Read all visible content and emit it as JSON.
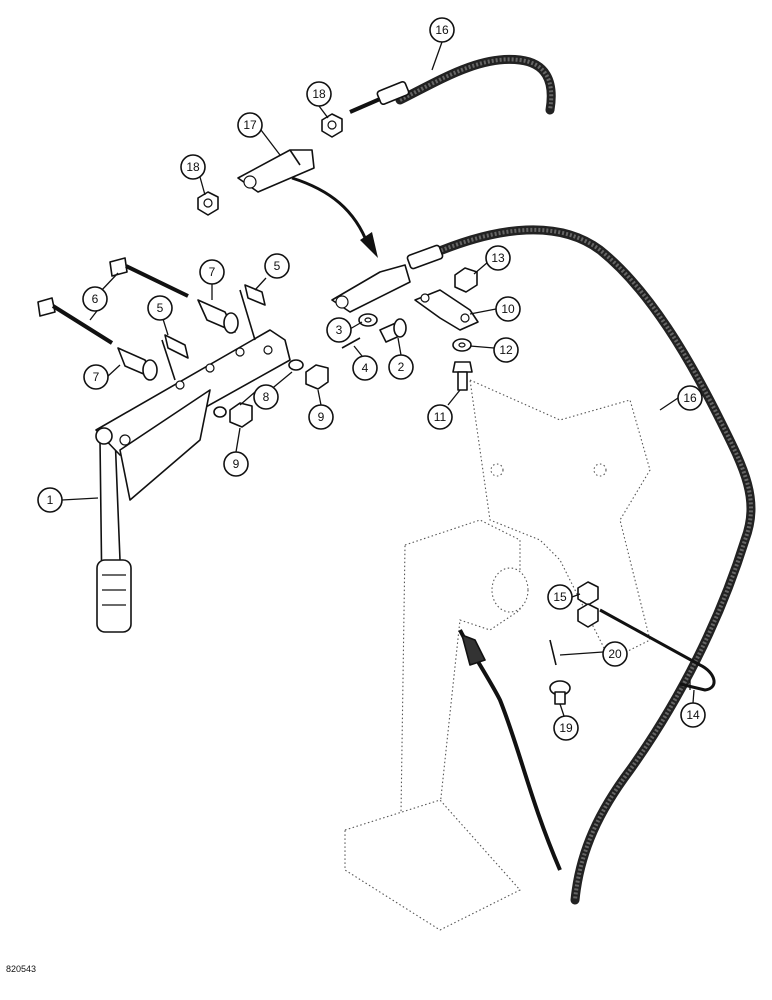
{
  "figure_id": "820543",
  "callouts": [
    {
      "id": "c1",
      "label": "1"
    },
    {
      "id": "c2",
      "label": "2"
    },
    {
      "id": "c3",
      "label": "3"
    },
    {
      "id": "c4",
      "label": "4"
    },
    {
      "id": "c5a",
      "label": "5"
    },
    {
      "id": "c5b",
      "label": "5"
    },
    {
      "id": "c6",
      "label": "6"
    },
    {
      "id": "c7a",
      "label": "7"
    },
    {
      "id": "c7b",
      "label": "7"
    },
    {
      "id": "c8",
      "label": "8"
    },
    {
      "id": "c9a",
      "label": "9"
    },
    {
      "id": "c9b",
      "label": "9"
    },
    {
      "id": "c10",
      "label": "10"
    },
    {
      "id": "c11",
      "label": "11"
    },
    {
      "id": "c12",
      "label": "12"
    },
    {
      "id": "c13",
      "label": "13"
    },
    {
      "id": "c14",
      "label": "14"
    },
    {
      "id": "c15",
      "label": "15"
    },
    {
      "id": "c16a",
      "label": "16"
    },
    {
      "id": "c16b",
      "label": "16"
    },
    {
      "id": "c17",
      "label": "17"
    },
    {
      "id": "c18a",
      "label": "18"
    },
    {
      "id": "c18b",
      "label": "18"
    },
    {
      "id": "c19",
      "label": "19"
    },
    {
      "id": "c20",
      "label": "20"
    }
  ]
}
